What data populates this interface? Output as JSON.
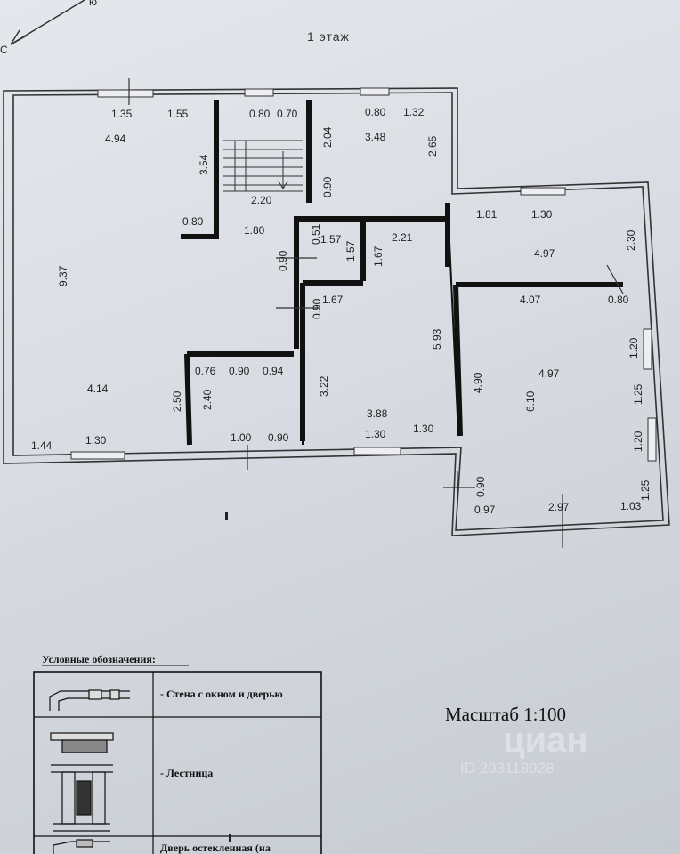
{
  "floor_title": "1 этаж",
  "scale_label": "Масштаб 1:100",
  "north_mark": "C",
  "top_mark": "ю",
  "legend": {
    "title": "Условные обозначения:",
    "items": [
      {
        "icon": "wall-window-door-icon",
        "label": "- Стена с окном и дверью"
      },
      {
        "icon": "stairs-icon",
        "label": "- Лестница"
      },
      {
        "icon": "glazed-door-icon",
        "label": "Дверь остекленная (на"
      }
    ]
  },
  "watermark": {
    "brand": "циан",
    "id": "ID 293118928"
  },
  "dimensions": [
    "1.35",
    "1.55",
    "0.80",
    "0.70",
    "0.80",
    "1.32",
    "4.94",
    "3.54",
    "2.04",
    "3.48",
    "2.65",
    "0.90",
    "2.20",
    "0.80",
    "1.80",
    "0.51",
    "1.57",
    "2.21",
    "1.81",
    "1.30",
    "2.30",
    "4.97",
    "9.37",
    "0.90",
    "1.57",
    "1.67",
    "4.07",
    "0.80",
    "0.90",
    "1.67",
    "5.93",
    "1.20",
    "0.76",
    "0.90",
    "0.94",
    "4.90",
    "4.97",
    "4.14",
    "2.50",
    "2.40",
    "3.22",
    "6.10",
    "1.25",
    "3.88",
    "1.20",
    "1.44",
    "1.30",
    "1.00",
    "0.90",
    "1.30",
    "1.30",
    "0.90",
    "1.25",
    "0.97",
    "2.97",
    "1.03"
  ]
}
